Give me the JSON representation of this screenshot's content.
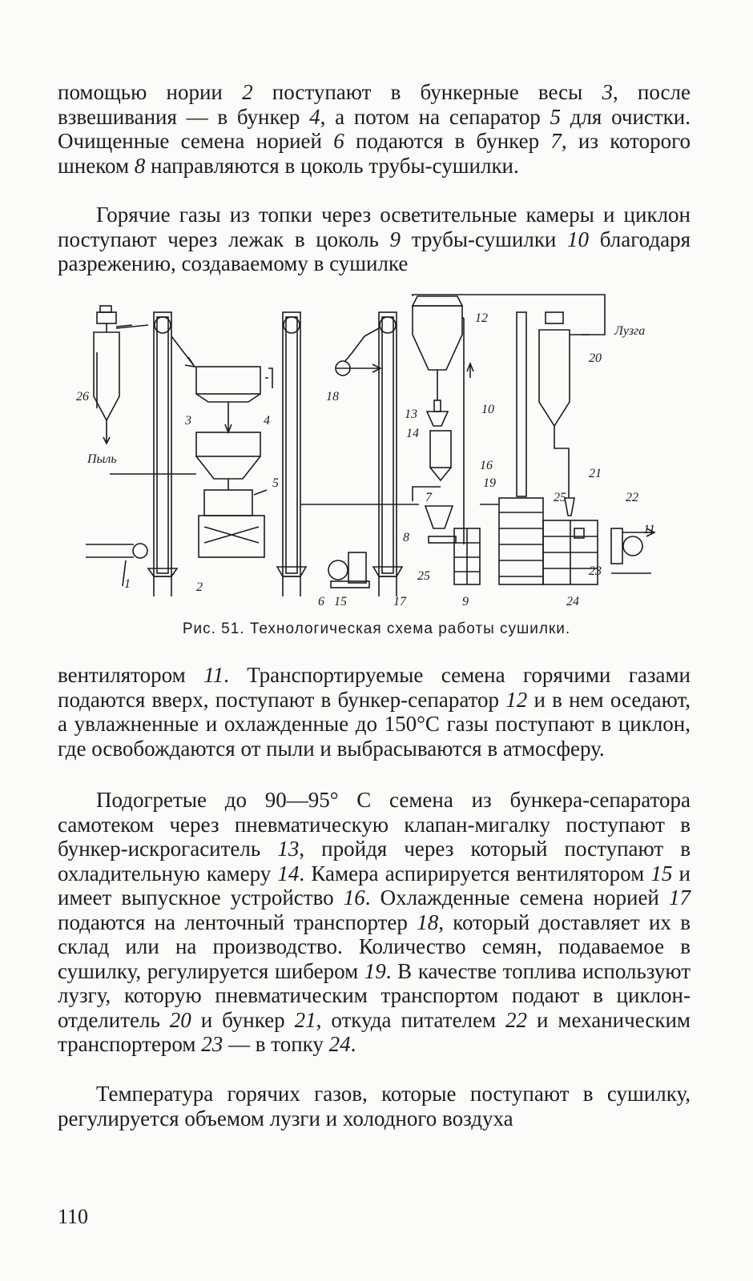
{
  "page": {
    "p1": [
      {
        "t": "помощью нории "
      },
      {
        "t": "2",
        "i": true
      },
      {
        "t": " поступают в бункерные весы "
      },
      {
        "t": "3",
        "i": true
      },
      {
        "t": ", после взвешивания — в бункер "
      },
      {
        "t": "4",
        "i": true
      },
      {
        "t": ", а потом на сепаратор "
      },
      {
        "t": "5",
        "i": true
      },
      {
        "t": " для очистки. Очищенные семена норией "
      },
      {
        "t": "6",
        "i": true
      },
      {
        "t": " подаются в бункер "
      },
      {
        "t": "7",
        "i": true
      },
      {
        "t": ", из которого шнеком "
      },
      {
        "t": "8",
        "i": true
      },
      {
        "t": " направляются в цоколь трубы-сушилки."
      }
    ],
    "p2": [
      {
        "t": "Горячие газы из топки через осветительные камеры и циклон поступают через лежак в цоколь "
      },
      {
        "t": "9",
        "i": true
      },
      {
        "t": " трубы-сушилки "
      },
      {
        "t": "10",
        "i": true
      },
      {
        "t": " благодаря разрежению, создаваемому в сушилке"
      }
    ],
    "p3": [
      {
        "t": "вентилятором "
      },
      {
        "t": "11",
        "i": true
      },
      {
        "t": ". Транспортируемые семена горячими газами подаются вверх, поступают в бункер-сепаратор "
      },
      {
        "t": "12",
        "i": true
      },
      {
        "t": " и в нем оседают, а увлажненные и охлажденные до 150°С газы поступают в циклон, где освобождаются от пыли и выбрасываются в атмосферу."
      }
    ],
    "p4": [
      {
        "t": "Подогретые до 90—95° С семена из бункера-сепаратора самотеком через пневматическую клапан-мигалку поступают в бункер-искрогаситель "
      },
      {
        "t": "13",
        "i": true
      },
      {
        "t": ", пройдя через который поступают в охладительную камеру "
      },
      {
        "t": "14",
        "i": true
      },
      {
        "t": ". Камера аспирируется вентилятором "
      },
      {
        "t": "15",
        "i": true
      },
      {
        "t": " и имеет выпускное устройство "
      },
      {
        "t": "16",
        "i": true
      },
      {
        "t": ". Охлажденные семена норией "
      },
      {
        "t": "17",
        "i": true
      },
      {
        "t": " подаются на ленточный транспортер "
      },
      {
        "t": "18",
        "i": true
      },
      {
        "t": ", который доставляет их в склад или на производство. Количество семян, подаваемое в сушилку, регулируется шибером "
      },
      {
        "t": "19",
        "i": true
      },
      {
        "t": ". В качестве топлива используют лузгу, которую пневматическим транспортом подают в циклон-отделитель "
      },
      {
        "t": "20",
        "i": true
      },
      {
        "t": " и бункер "
      },
      {
        "t": "21",
        "i": true
      },
      {
        "t": ", откуда питателем "
      },
      {
        "t": "22",
        "i": true
      },
      {
        "t": " и механическим транспортером "
      },
      {
        "t": "23",
        "i": true
      },
      {
        "t": " — в топку "
      },
      {
        "t": "24",
        "i": true
      },
      {
        "t": "."
      }
    ],
    "p5": [
      {
        "t": "Температура горячих газов, которые поступают в сушилку, регулируется объемом лузги и холодного воздуха"
      }
    ]
  },
  "figure": {
    "caption": "Рис. 51. Технологическая схема работы сушилки.",
    "labels": {
      "n1": "1",
      "n2": "2",
      "n3": "3",
      "n4": "4",
      "n5": "5",
      "n6": "6",
      "n7": "7",
      "n8": "8",
      "n9": "9",
      "n10": "10",
      "n11": "11",
      "n12": "12",
      "n13": "13",
      "n14": "14",
      "n15": "15",
      "n16": "16",
      "n17": "17",
      "n18": "18",
      "n19": "19",
      "n20": "20",
      "n21": "21",
      "n22": "22",
      "n23": "23",
      "n24": "24",
      "n25a": "25",
      "n25b": "25",
      "n26": "26",
      "dust": "Пыль",
      "husk": "Лузга"
    }
  },
  "page_number": "110"
}
